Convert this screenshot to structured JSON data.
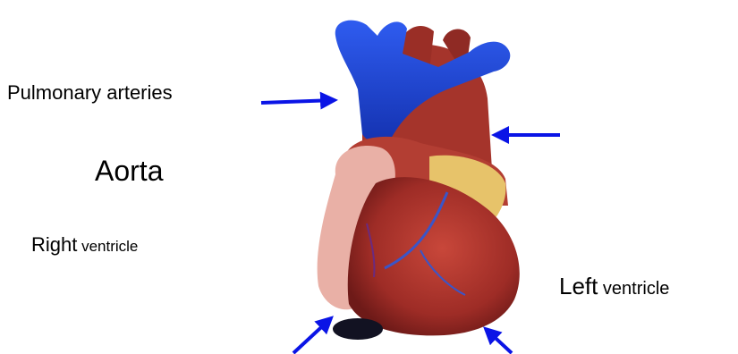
{
  "labels": {
    "pulmonary": "Pulmonary arteries",
    "aorta": "Aorta",
    "right_word1": "Right",
    "right_word2": " ventricle",
    "left_word1": "Left",
    "left_word2": " ventricle"
  },
  "colors": {
    "arrow": "#0a14e6",
    "vessel_blue": "#1e46d8",
    "heart_red": "#a8322a",
    "fat_yellow": "#e7c36a",
    "tissue_pink": "#e9b0a6"
  }
}
